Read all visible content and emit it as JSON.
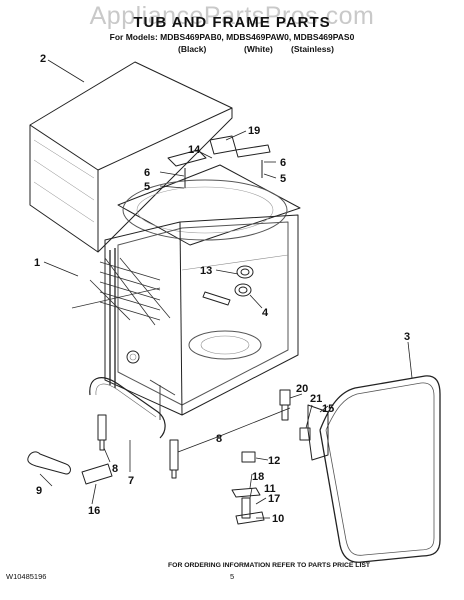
{
  "header": {
    "watermark": "AppliancePartsPros.com",
    "title": "TUB AND FRAME PARTS",
    "models": "For Models: MDBS469PAB0, MDBS469PAW0, MDBS469PAS0",
    "finish_black": "(Black)",
    "finish_white": "(White)",
    "finish_stainless": "(Stainless)"
  },
  "callouts": [
    "2",
    "19",
    "14",
    "6",
    "6",
    "5",
    "5",
    "1",
    "13",
    "4",
    "3",
    "20",
    "21",
    "15",
    "8",
    "12",
    "18",
    "11",
    "17",
    "10",
    "9",
    "16",
    "8",
    "7"
  ],
  "footer": {
    "doc_number": "W10485196",
    "page_number": "5",
    "note": "FOR ORDERING INFORMATION REFER TO PARTS PRICE LIST"
  }
}
